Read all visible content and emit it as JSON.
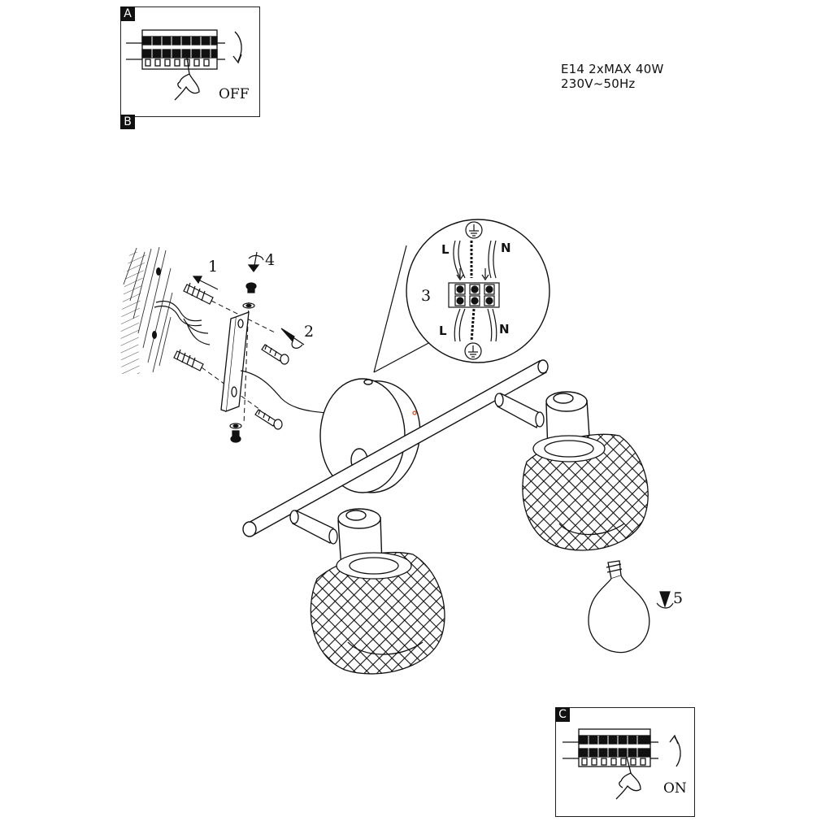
{
  "panels": {
    "a": {
      "tag": "A",
      "switch_label": "OFF"
    },
    "b": {
      "tag": "B"
    },
    "c": {
      "tag": "C",
      "switch_label": "ON"
    }
  },
  "specs": {
    "line1": "E14 2xMAX 40W",
    "line2": "230V~50Hz"
  },
  "steps": {
    "s1": "1",
    "s2": "2",
    "s3": "3",
    "s4": "4",
    "s5": "5"
  },
  "wiring": {
    "live_top": "L",
    "neutral_top": "N",
    "live_bottom": "L",
    "neutral_bottom": "N"
  }
}
